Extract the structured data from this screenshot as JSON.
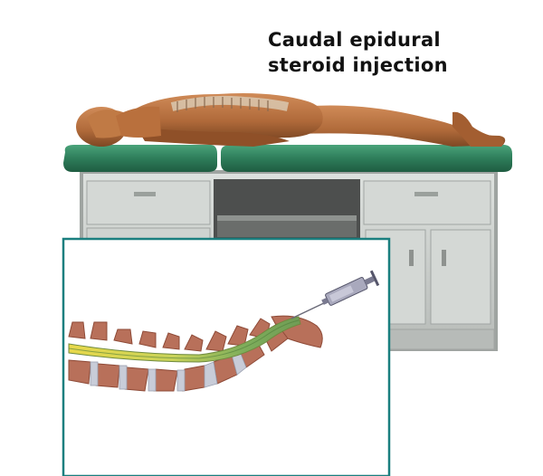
{
  "title": {
    "line1": "Caudal epidural",
    "line2": "steroid injection"
  },
  "colors": {
    "table_pad": "#2e7d5a",
    "cabinet": "#c9cdca",
    "inset_border": "#1a7f7f",
    "skin": "#b86c3a",
    "bone": "#b8705a",
    "spinal_canal_yellow": "#e8d34a",
    "spinal_canal_green": "#7fae5b",
    "syringe": "#9a9aae"
  },
  "icons": {
    "patient": "prone-patient-figure",
    "syringe": "syringe-icon"
  }
}
